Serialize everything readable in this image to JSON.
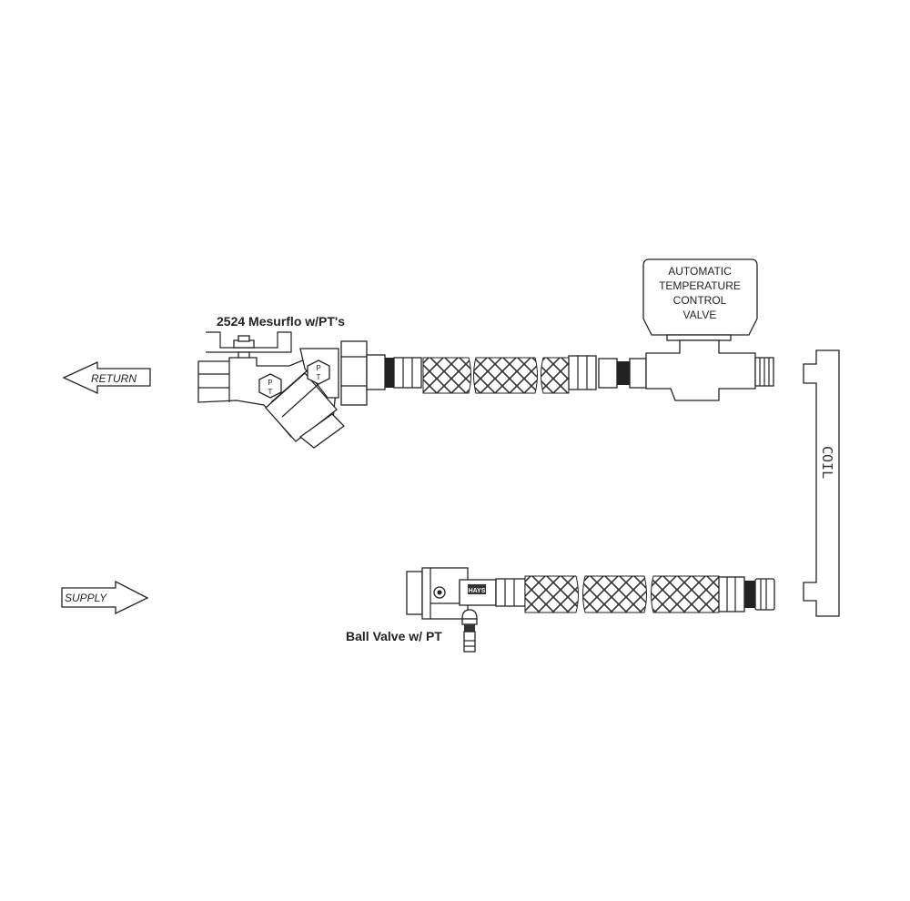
{
  "labels": {
    "mesurflo": "2524 Mesurflo w/PT's",
    "ball_valve": "Ball Valve w/ PT",
    "atc_line1": "AUTOMATIC",
    "atc_line2": "TEMPERATURE",
    "atc_line3": "CONTROL",
    "atc_line4": "VALVE",
    "coil": "COIL",
    "return": "RETURN",
    "supply": "SUPPLY",
    "pt_letter_p": "P",
    "pt_letter_t": "T",
    "brand": "HAYS"
  }
}
